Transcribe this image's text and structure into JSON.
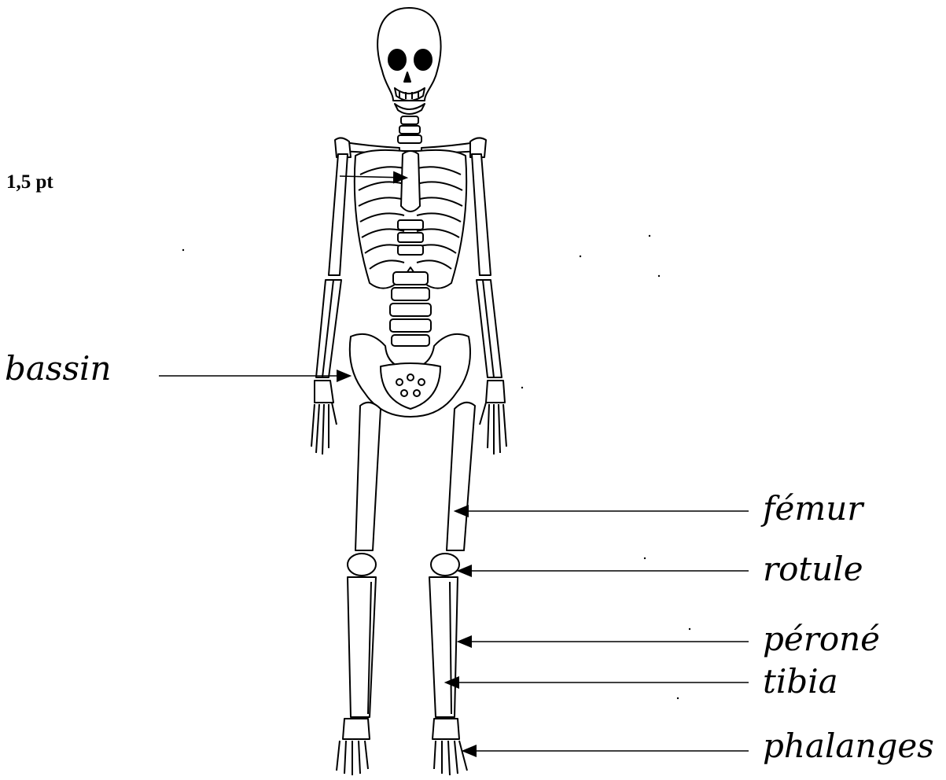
{
  "score": "1,5 pt",
  "labels": {
    "bassin": "bassin",
    "femur": "fémur",
    "rotule": "rotule",
    "perone": "péroné",
    "tibia": "tibia",
    "phalanges": "phalanges"
  },
  "colors": {
    "ink": "#000000",
    "background": "#ffffff"
  }
}
